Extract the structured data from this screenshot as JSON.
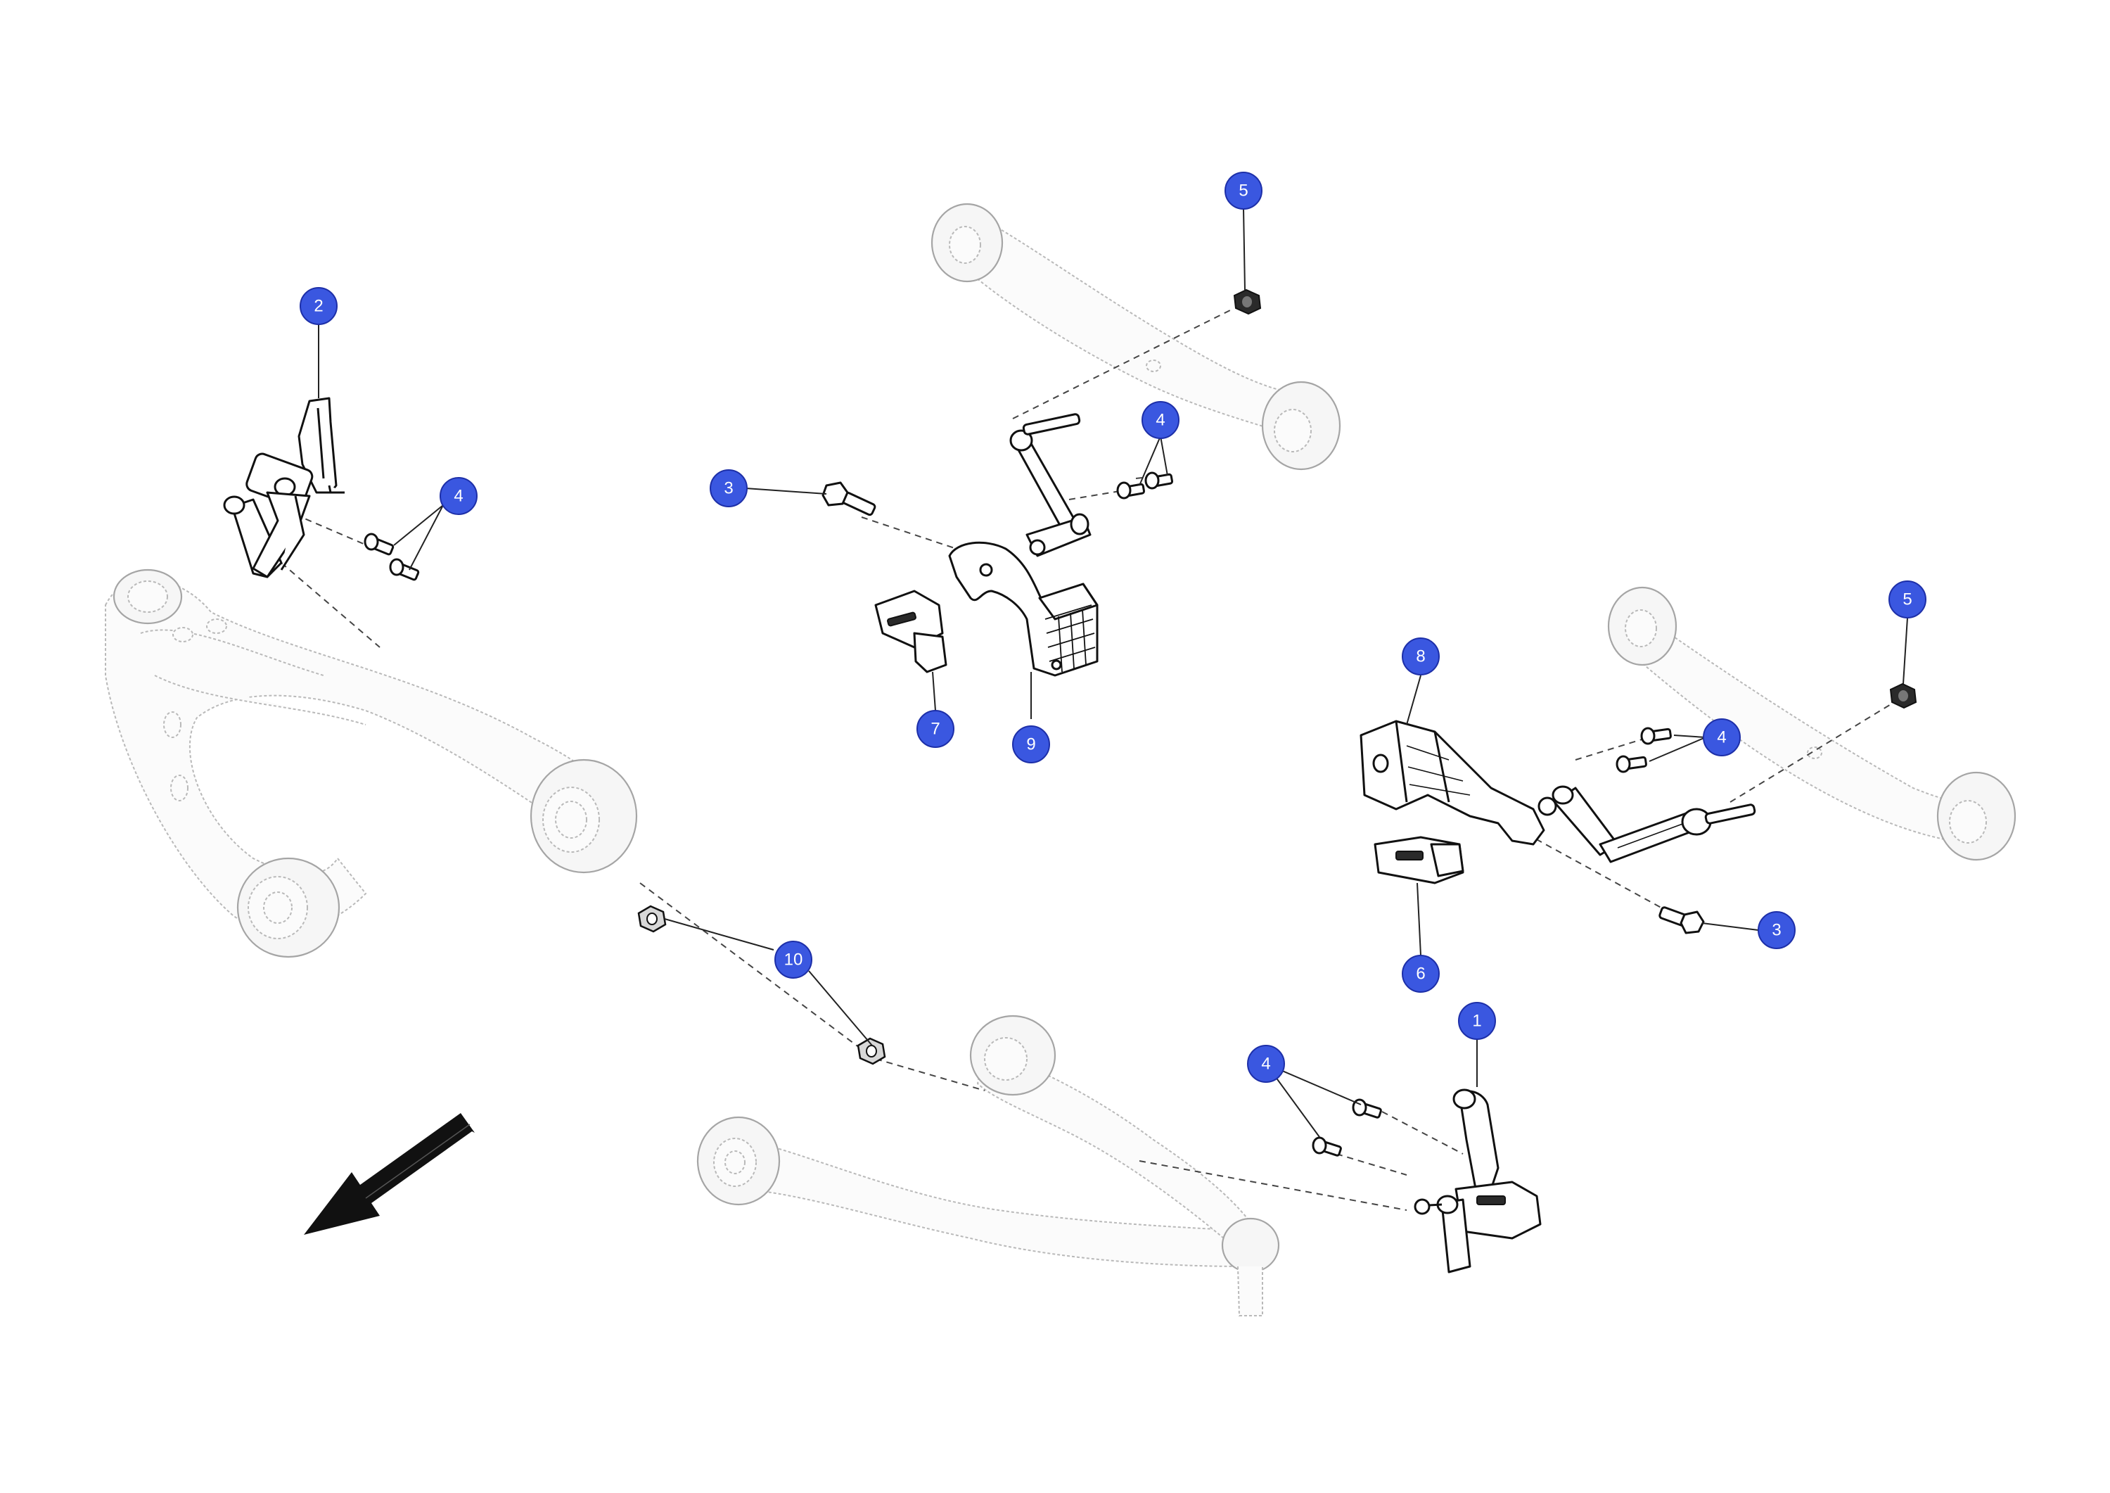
{
  "colors": {
    "callout_fill": "#3a57e0",
    "callout_text": "#ffffff",
    "part_stroke": "#111111",
    "ghost_stroke": "#b9b9b9"
  },
  "callouts": [
    {
      "id": "c-2",
      "label": "2"
    },
    {
      "id": "c-4a",
      "label": "4"
    },
    {
      "id": "c-3a",
      "label": "3"
    },
    {
      "id": "c-5a",
      "label": "5"
    },
    {
      "id": "c-4b",
      "label": "4"
    },
    {
      "id": "c-7",
      "label": "7"
    },
    {
      "id": "c-9",
      "label": "9"
    },
    {
      "id": "c-5b",
      "label": "5"
    },
    {
      "id": "c-8",
      "label": "8"
    },
    {
      "id": "c-4c",
      "label": "4"
    },
    {
      "id": "c-3b",
      "label": "3"
    },
    {
      "id": "c-6",
      "label": "6"
    },
    {
      "id": "c-10",
      "label": "10"
    },
    {
      "id": "c-1",
      "label": "1"
    },
    {
      "id": "c-4d",
      "label": "4"
    }
  ],
  "icons": {
    "direction_arrow": "arrow-down-left-icon"
  }
}
